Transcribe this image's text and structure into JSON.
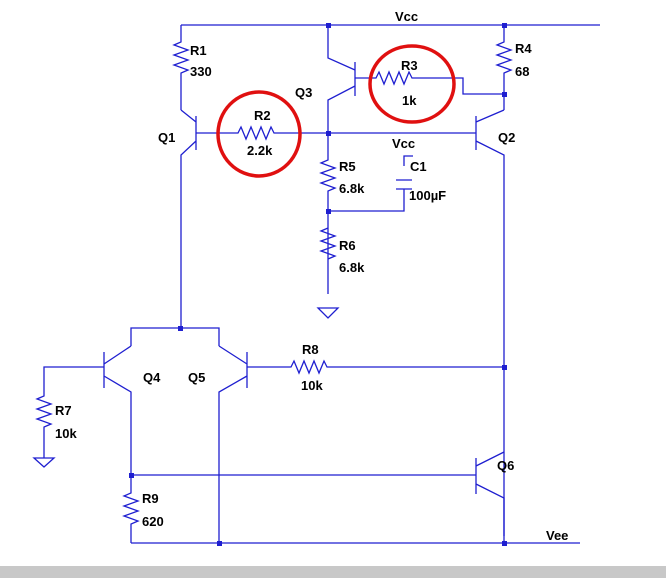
{
  "schematic": {
    "nets": {
      "vcc": "Vcc",
      "vee": "Vee",
      "vcc_cap": "Vcc"
    },
    "resistors": {
      "r1": {
        "name": "R1",
        "value": "330"
      },
      "r2": {
        "name": "R2",
        "value": "2.2k"
      },
      "r3": {
        "name": "R3",
        "value": "1k"
      },
      "r4": {
        "name": "R4",
        "value": "68"
      },
      "r5": {
        "name": "R5",
        "value": "6.8k"
      },
      "r6": {
        "name": "R6",
        "value": "6.8k"
      },
      "r7": {
        "name": "R7",
        "value": "10k"
      },
      "r8": {
        "name": "R8",
        "value": "10k"
      },
      "r9": {
        "name": "R9",
        "value": "620"
      }
    },
    "capacitor": {
      "name": "C1",
      "value": "100µF"
    },
    "transistors": {
      "q1": "Q1",
      "q2": "Q2",
      "q3": "Q3",
      "q4": "Q4",
      "q5": "Q5",
      "q6": "Q6"
    },
    "highlighted": [
      "R2",
      "R3"
    ],
    "colors": {
      "background": "#ffffff",
      "wire": "#1f1fd0",
      "text": "#000000",
      "highlight": "#e01010",
      "frame": "#c8c8c8"
    }
  }
}
